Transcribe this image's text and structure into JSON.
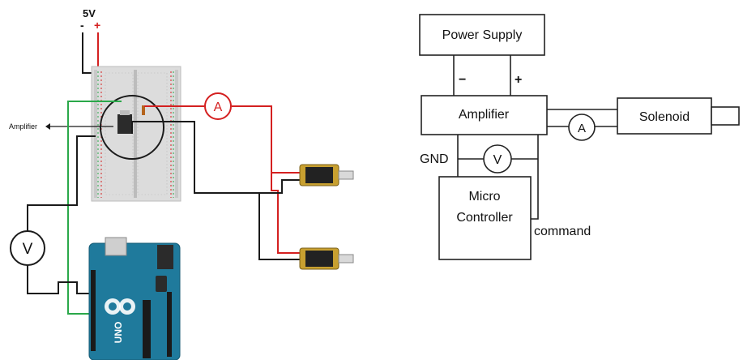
{
  "left": {
    "supply_voltage": "5V",
    "minus": "-",
    "plus": "+",
    "amplifier_callout": "Amplifier",
    "ammeter": "A",
    "voltmeter": "V",
    "arduino_logo": "UNO"
  },
  "right": {
    "power_supply": "Power Supply",
    "minus": "−",
    "plus": "+",
    "amplifier": "Amplifier",
    "solenoid": "Solenoid",
    "ammeter": "A",
    "voltmeter": "V",
    "gnd": "GND",
    "micro_line1": "Micro",
    "micro_line2": "Controller",
    "command": "command"
  },
  "colors": {
    "red_wire": "#d42020",
    "green_wire": "#2aa84a",
    "black_wire": "#1a1a1a",
    "arduino": "#1f7a9c",
    "breadboard": "#dcdcdc",
    "solenoid_body": "#c8a030"
  }
}
